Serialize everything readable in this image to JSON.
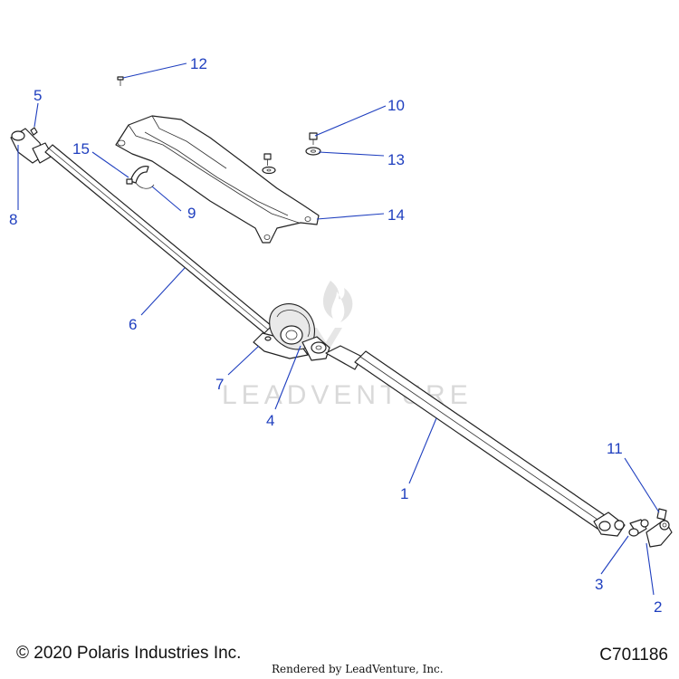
{
  "callouts": [
    {
      "id": "c1",
      "text": "1"
    },
    {
      "id": "c2",
      "text": "2"
    },
    {
      "id": "c3",
      "text": "3"
    },
    {
      "id": "c4",
      "text": "4"
    },
    {
      "id": "c5",
      "text": "5"
    },
    {
      "id": "c6",
      "text": "6"
    },
    {
      "id": "c7",
      "text": "7"
    },
    {
      "id": "c8",
      "text": "8"
    },
    {
      "id": "c9",
      "text": "9"
    },
    {
      "id": "c10",
      "text": "10"
    },
    {
      "id": "c11",
      "text": "11"
    },
    {
      "id": "c12",
      "text": "12"
    },
    {
      "id": "c13",
      "text": "13"
    },
    {
      "id": "c14",
      "text": "14"
    },
    {
      "id": "c15",
      "text": "15"
    }
  ],
  "watermark": {
    "text": "LEADVENTURE"
  },
  "footer": {
    "copyright": "© 2020 Polaris Industries Inc.",
    "rendered_by": "Rendered by LeadVenture, Inc.",
    "diagram_code": "C701186"
  },
  "colors": {
    "callout": "#1f3fbf",
    "line": "#222222",
    "watermark": "#d9d9d9"
  }
}
